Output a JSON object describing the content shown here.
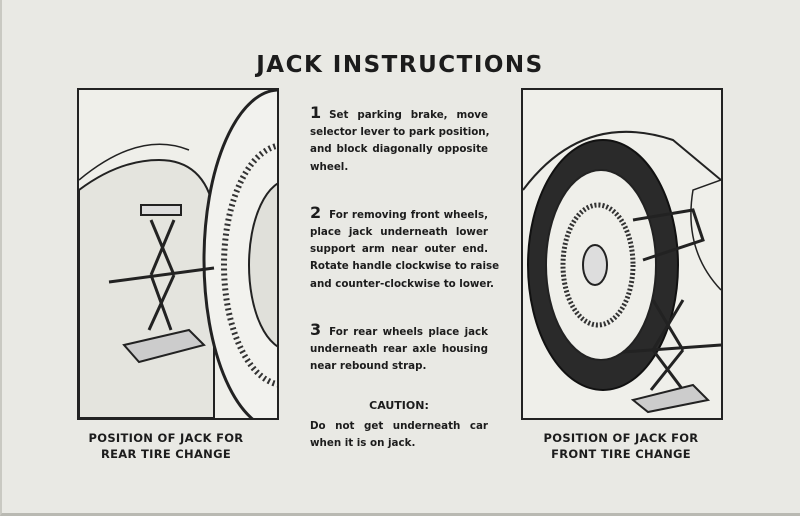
{
  "title": "JACK INSTRUCTIONS",
  "steps": [
    {
      "number": "1",
      "lines": [
        "Set parking brake, move",
        "selector lever to park position,",
        "and block diagonally opposite",
        "wheel."
      ]
    },
    {
      "number": "2",
      "lines": [
        "For removing front wheels,",
        "place jack underneath lower",
        "support arm near outer end.",
        "Rotate handle clockwise to raise",
        "and counter-clockwise to lower."
      ]
    },
    {
      "number": "3",
      "lines": [
        "For rear wheels place jack",
        "underneath rear axle housing",
        "near rebound strap."
      ]
    }
  ],
  "caution": {
    "title": "CAUTION:",
    "lines": [
      "Do not get underneath car",
      "when it is on jack."
    ]
  },
  "captions": {
    "left": [
      "POSITION OF JACK FOR",
      "REAR TIRE CHANGE"
    ],
    "right": [
      "POSITION OF JACK FOR",
      "FRONT TIRE CHANGE"
    ]
  }
}
